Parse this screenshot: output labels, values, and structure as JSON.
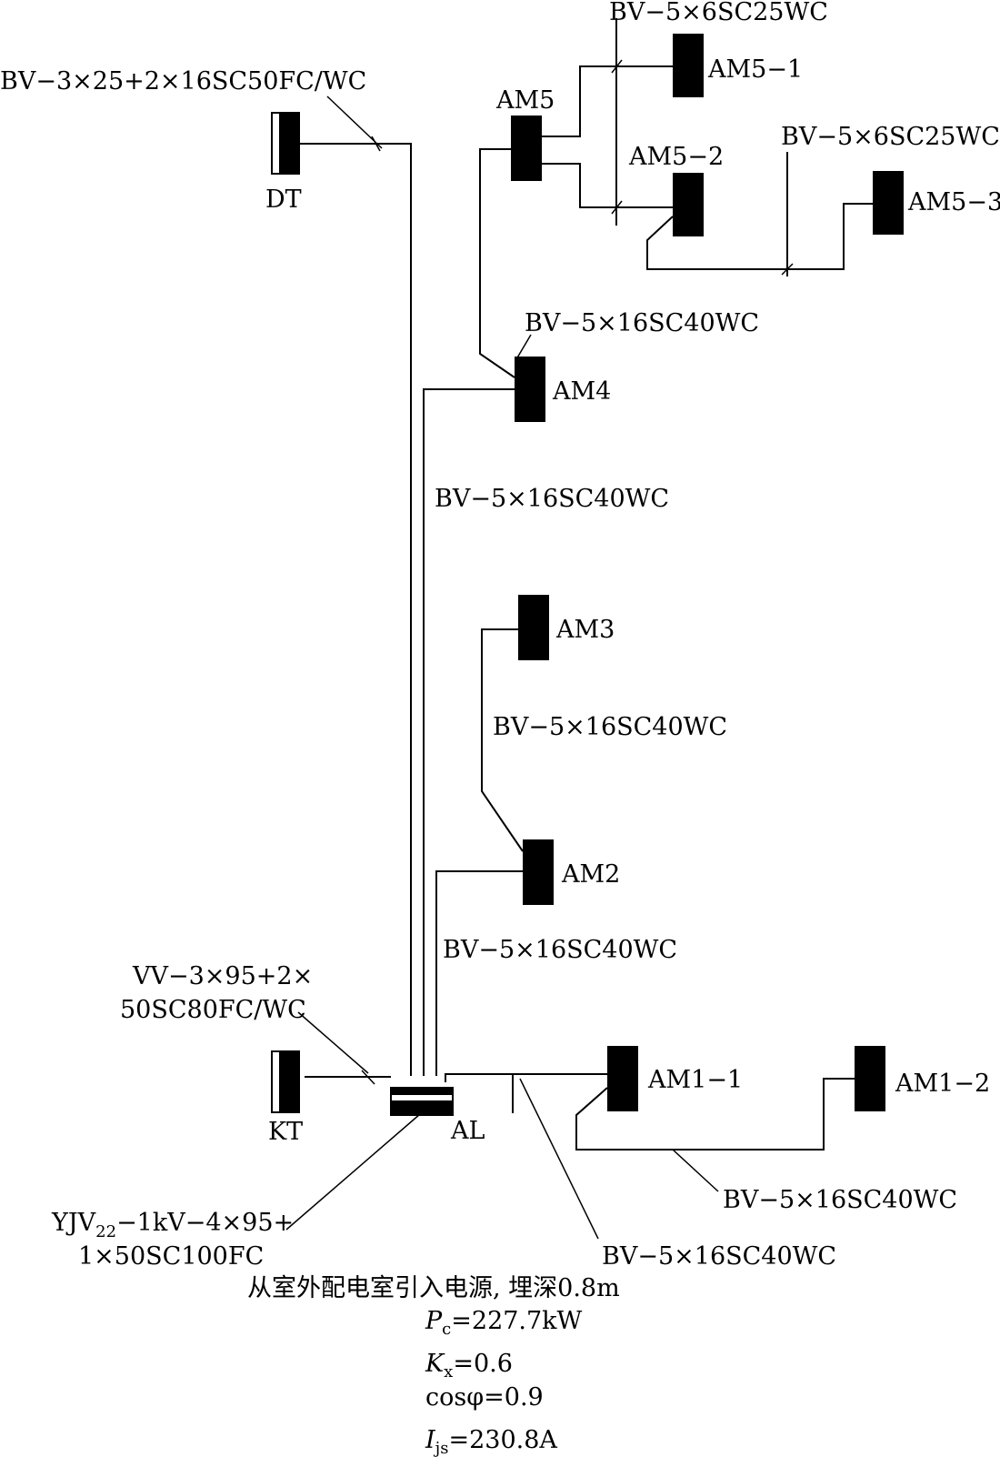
{
  "panels": {
    "dt": "DT",
    "kt": "KT",
    "al": "AL",
    "am1_1": "AM1−1",
    "am1_2": "AM1−2",
    "am2": "AM2",
    "am3": "AM3",
    "am4": "AM4",
    "am5": "AM5",
    "am5_1": "AM5−1",
    "am5_2": "AM5−2",
    "am5_3": "AM5−3"
  },
  "cables": {
    "dt_feeder": "BV−3×25+2×16SC50FC/WC",
    "am5_top": "BV−5×6SC25WC",
    "am5_right": "BV−5×6SC25WC",
    "am4_am5": "BV−5×16SC40WC",
    "riser_am4": "BV−5×16SC40WC",
    "am2_am3": "BV−5×16SC40WC",
    "riser_am2": "BV−5×16SC40WC",
    "kt_feeder_line1": "VV−3×95+2×",
    "kt_feeder_line2": "50SC80FC/WC",
    "incoming_line1_main": "YJV",
    "incoming_line1_sub": "22",
    "incoming_line1_rest": "−1kV−4×95+",
    "incoming_line2": "1×50SC100FC",
    "am1_branch": "BV−5×16SC40WC",
    "am1_feeder": "BV−5×16SC40WC"
  },
  "notes": {
    "source": "从室外配电室引入电源, 埋深0.8m",
    "pc_sym": "P",
    "pc_sub": "c",
    "pc_val": "=227.7kW",
    "kx_sym": "K",
    "kx_sub": "x",
    "kx_val": "=0.6",
    "cos_val": "cosφ=0.9",
    "ijs_sym": "I",
    "ijs_sub": "js",
    "ijs_val": "=230.8A"
  }
}
